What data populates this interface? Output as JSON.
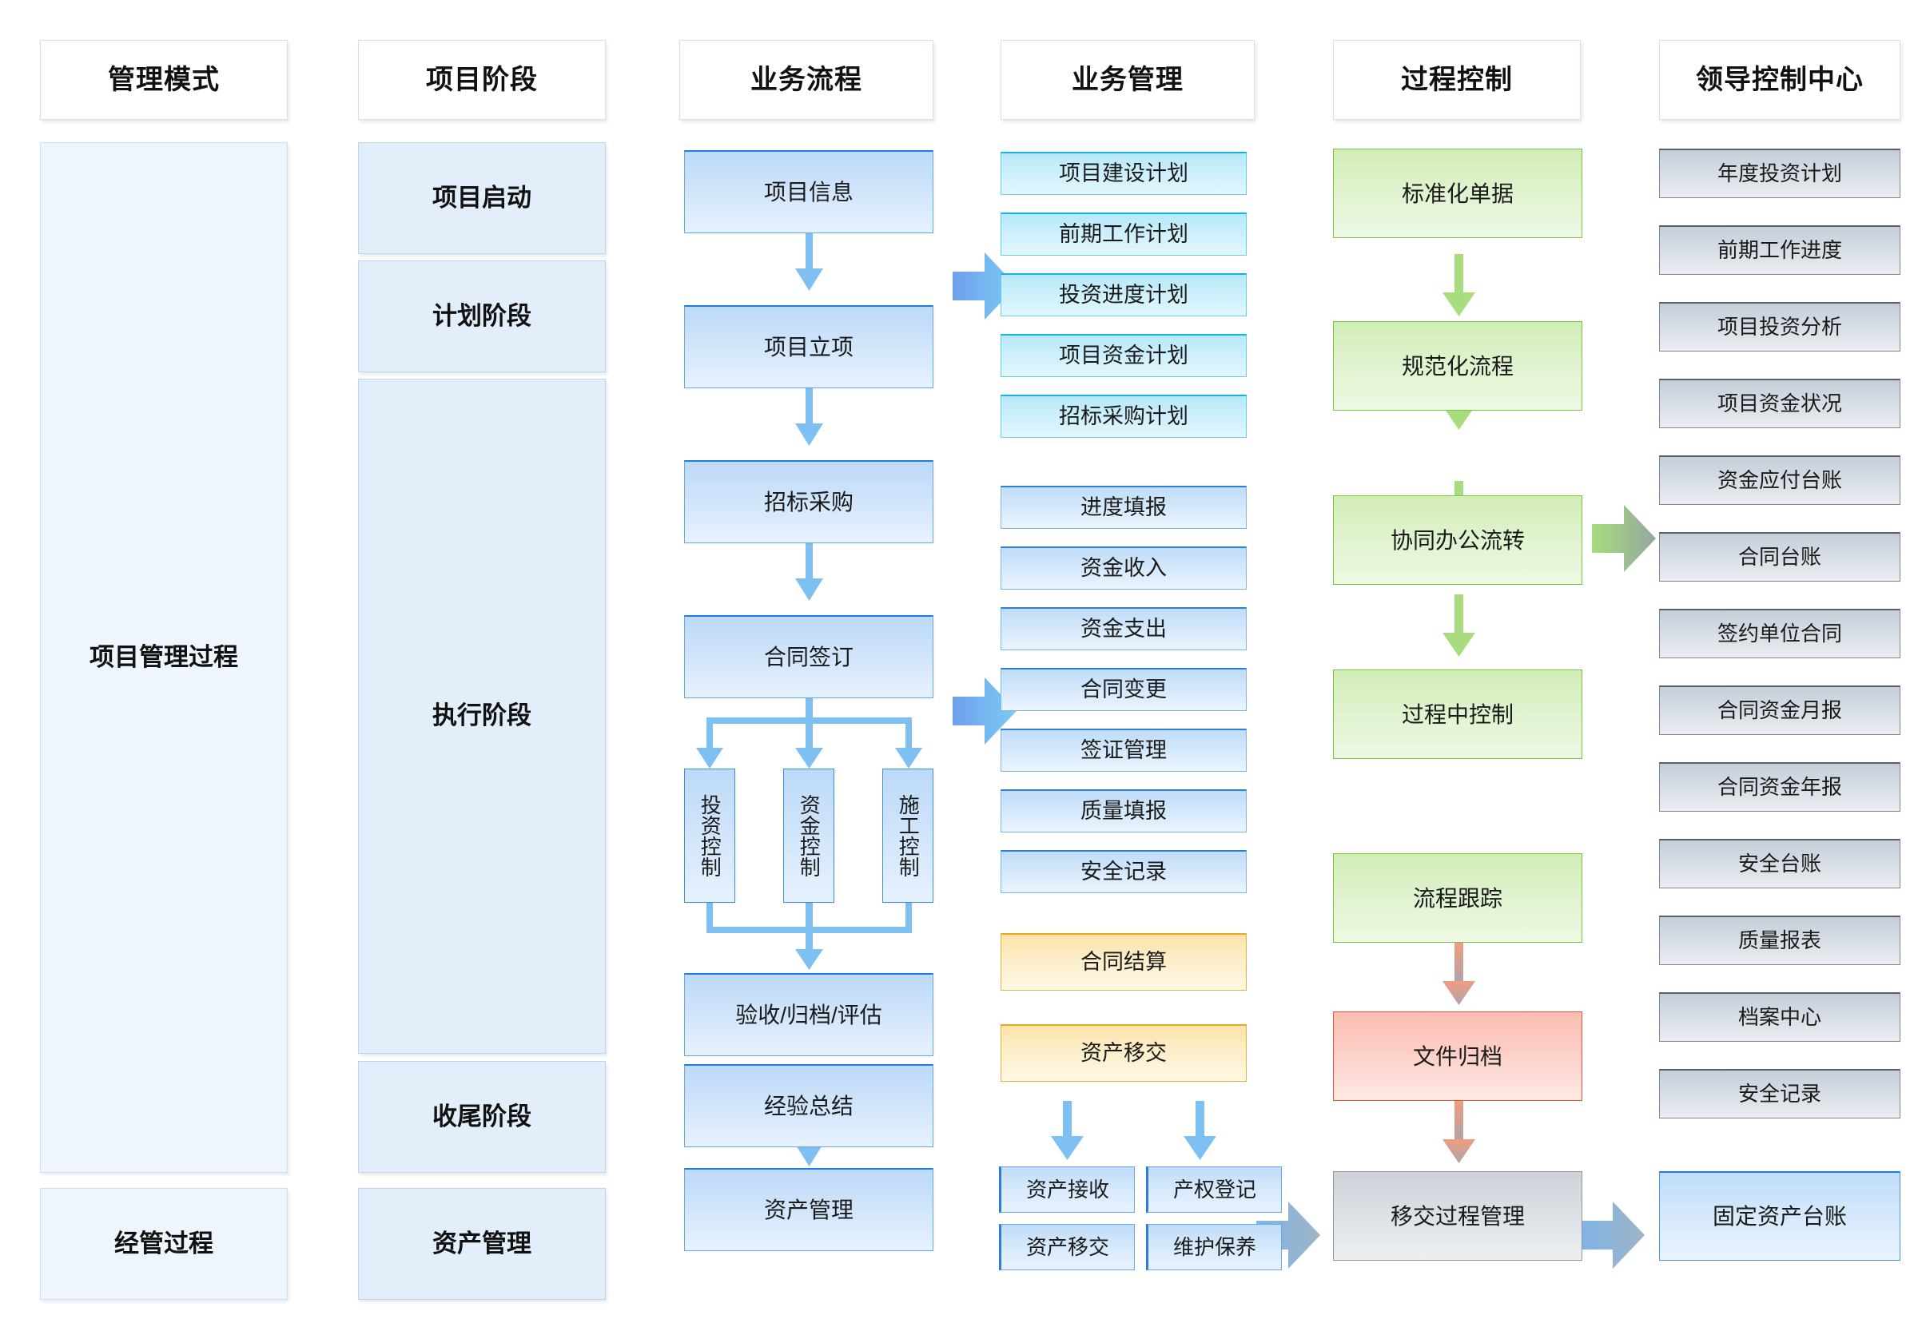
{
  "columns": [
    {
      "key": "management_mode",
      "header": "管理模式"
    },
    {
      "key": "project_phase",
      "header": "项目阶段"
    },
    {
      "key": "business_process",
      "header": "业务流程"
    },
    {
      "key": "business_management",
      "header": "业务管理"
    },
    {
      "key": "process_control",
      "header": "过程控制"
    },
    {
      "key": "leader_control_center",
      "header": "领导控制中心"
    }
  ],
  "management_mode": {
    "items": [
      {
        "label": "项目管理过程"
      },
      {
        "label": "经管过程"
      }
    ]
  },
  "project_phase": {
    "items": [
      {
        "label": "项目启动"
      },
      {
        "label": "计划阶段"
      },
      {
        "label": "执行阶段"
      },
      {
        "label": "收尾阶段"
      },
      {
        "label": "资产管理"
      }
    ]
  },
  "business_process": {
    "items": [
      {
        "label": "项目信息"
      },
      {
        "label": "项目立项"
      },
      {
        "label": "招标采购"
      },
      {
        "label": "合同签订"
      },
      {
        "label": "验收/归档/评估"
      },
      {
        "label": "经验总结"
      },
      {
        "label": "资产管理"
      }
    ],
    "controls": [
      {
        "label": "投资控制"
      },
      {
        "label": "资金控制"
      },
      {
        "label": "施工控制"
      }
    ]
  },
  "business_management": {
    "plan_group": [
      {
        "label": "项目建设计划"
      },
      {
        "label": "前期工作计划"
      },
      {
        "label": "投资进度计划"
      },
      {
        "label": "项目资金计划"
      },
      {
        "label": "招标采购计划"
      }
    ],
    "exec_group": [
      {
        "label": "进度填报"
      },
      {
        "label": "资金收入"
      },
      {
        "label": "资金支出"
      },
      {
        "label": "合同变更"
      },
      {
        "label": "签证管理"
      },
      {
        "label": "质量填报"
      },
      {
        "label": "安全记录"
      }
    ],
    "close_group": [
      {
        "label": "合同结算"
      },
      {
        "label": "资产移交"
      }
    ],
    "asset_group": [
      {
        "label": "资产接收"
      },
      {
        "label": "产权登记"
      },
      {
        "label": "资产移交"
      },
      {
        "label": "维护保养"
      }
    ]
  },
  "process_control": {
    "items": [
      {
        "label": "标准化单据",
        "tone": "green"
      },
      {
        "label": "规范化流程",
        "tone": "green"
      },
      {
        "label": "协同办公流转",
        "tone": "green"
      },
      {
        "label": "过程中控制",
        "tone": "green"
      },
      {
        "label": "流程跟踪",
        "tone": "green"
      },
      {
        "label": "文件归档",
        "tone": "red"
      },
      {
        "label": "移交过程管理",
        "tone": "gray"
      }
    ]
  },
  "leader_control_center": {
    "items": [
      {
        "label": "年度投资计划"
      },
      {
        "label": "前期工作进度"
      },
      {
        "label": "项目投资分析"
      },
      {
        "label": "项目资金状况"
      },
      {
        "label": "资金应付台账"
      },
      {
        "label": "合同台账"
      },
      {
        "label": "签约单位合同"
      },
      {
        "label": "合同资金月报"
      },
      {
        "label": "合同资金年报"
      },
      {
        "label": "安全台账"
      },
      {
        "label": "质量报表"
      },
      {
        "label": "档案中心"
      },
      {
        "label": "安全记录"
      }
    ],
    "footer": {
      "label": "固定资产台账"
    }
  },
  "colors": {
    "blue_accent": "#1b7fe0",
    "cyan_accent": "#16b4e4",
    "green_accent": "#7cc142",
    "red_accent": "#e8543c",
    "orange_accent": "#e9a91f",
    "gray_accent": "#8d949c",
    "arrow_blue": "#6eb7f0",
    "arrow_green": "#a8dc7e",
    "arrow_salmon": "#e9a08a"
  }
}
